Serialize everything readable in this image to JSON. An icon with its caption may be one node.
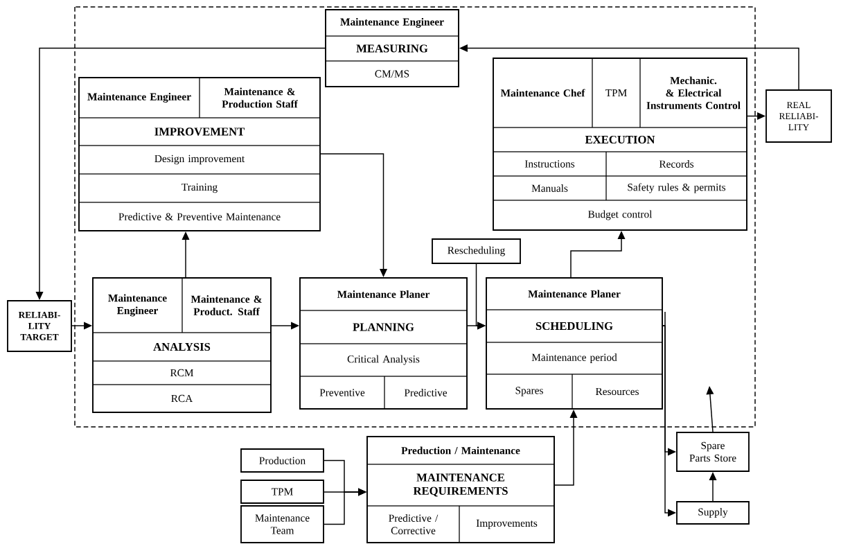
{
  "diagram": {
    "nodes": [
      {
        "text": [
          "Maintenance Engineer",
          "MEASURING",
          "CM/MS"
        ]
      },
      {
        "text": [
          "Maintenance Engineer",
          "Maintenance & Production Staff",
          "IMPROVEMENT",
          "Design improvement",
          "Training",
          "Predictive & Preventive Maintenance"
        ]
      },
      {
        "text": [
          "Maintenance Chef",
          "TPM",
          "Mechanic. & Electrical Instruments Control",
          "EXECUTION",
          "Instructions",
          "Records",
          "Manuals",
          "Safety rules & permits",
          "Budget control"
        ]
      },
      {
        "text": [
          "REAL RELIABI- LITY"
        ]
      },
      {
        "text": [
          "RELIABI- LITY TARGET"
        ]
      },
      {
        "text": [
          "Maintenance Engineer",
          "Maintenance & Product. Staff",
          "ANALYSIS",
          "RCM",
          "RCA"
        ]
      },
      {
        "text": [
          "Maintenance Planer",
          "PLANNING",
          "Critical Analysis",
          "Preventive",
          "Predictive"
        ]
      },
      {
        "text": [
          "Rescheduling"
        ]
      },
      {
        "text": [
          "Maintenance Planer",
          "SCHEDULING",
          "Maintenance period",
          "Spares",
          "Resources"
        ]
      },
      {
        "text": [
          "Production"
        ]
      },
      {
        "text": [
          "TPM"
        ]
      },
      {
        "text": [
          "Maintenance Team"
        ]
      },
      {
        "text": [
          "Preduction / Maintenance",
          "MAINTENANCE REQUIREMENTS",
          "Predictive / Corrective",
          "Improvements"
        ]
      },
      {
        "text": [
          "Spare Parts Store"
        ]
      },
      {
        "text": [
          "Supply"
        ]
      }
    ],
    "edges": [
      {
        "from": 3,
        "to": 0,
        "arrow": "to"
      },
      {
        "from": 2,
        "to": 3,
        "arrow": "to"
      },
      {
        "from": 0,
        "to": 4,
        "arrow": "to"
      },
      {
        "from": 4,
        "to": 5,
        "arrow": "to"
      },
      {
        "from": 5,
        "to": 1,
        "arrow": "to"
      },
      {
        "from": 1,
        "to": 6,
        "arrow": "to"
      },
      {
        "from": 5,
        "to": 6,
        "arrow": "to"
      },
      {
        "from": 6,
        "to": 8,
        "arrow": "to"
      },
      {
        "from": 7,
        "to": 8,
        "arrow": "to"
      },
      {
        "from": 8,
        "to": 2,
        "arrow": "to"
      },
      {
        "from": 12,
        "to": 8,
        "arrow": "to"
      },
      {
        "from": 9,
        "to": 12,
        "arrow": "to"
      },
      {
        "from": 10,
        "to": 12,
        "arrow": "to"
      },
      {
        "from": 11,
        "to": 12,
        "arrow": "to"
      },
      {
        "from": 8,
        "to": 13,
        "arrow": "to"
      },
      {
        "from": 8,
        "to": 14,
        "arrow": "to"
      },
      {
        "from": 14,
        "to": 13,
        "arrow": "to"
      },
      {
        "from": 13,
        "to": null,
        "arrow": "to"
      }
    ]
  }
}
